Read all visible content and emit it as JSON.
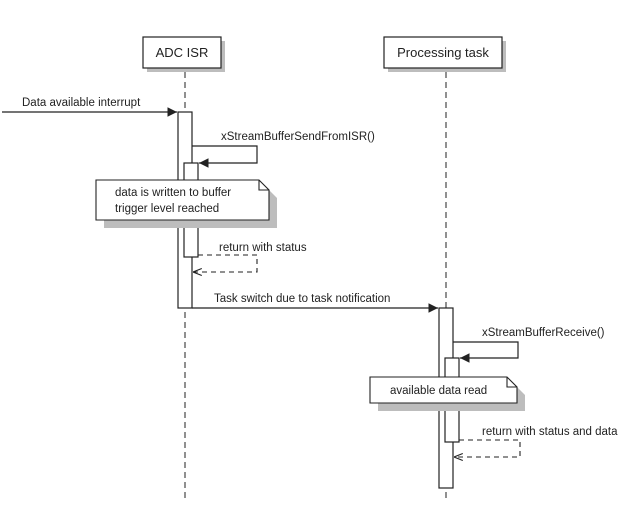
{
  "participants": {
    "adc_isr": "ADC ISR",
    "processing_task": "Processing task"
  },
  "messages": {
    "data_available_interrupt": "Data available interrupt",
    "send_from_isr": "xStreamBufferSendFromISR()",
    "return_with_status": "return with status",
    "task_switch": "Task switch due to task notification",
    "receive": "xStreamBufferReceive()",
    "return_with_status_and_data": "return with status and data"
  },
  "notes": {
    "buffer_write": [
      "data is written to buffer",
      "trigger level reached"
    ],
    "data_read": [
      "available data read"
    ]
  },
  "colors": {
    "line": "#222222",
    "box_fill": "#ffffff",
    "shadow": "#bdbdbd"
  }
}
